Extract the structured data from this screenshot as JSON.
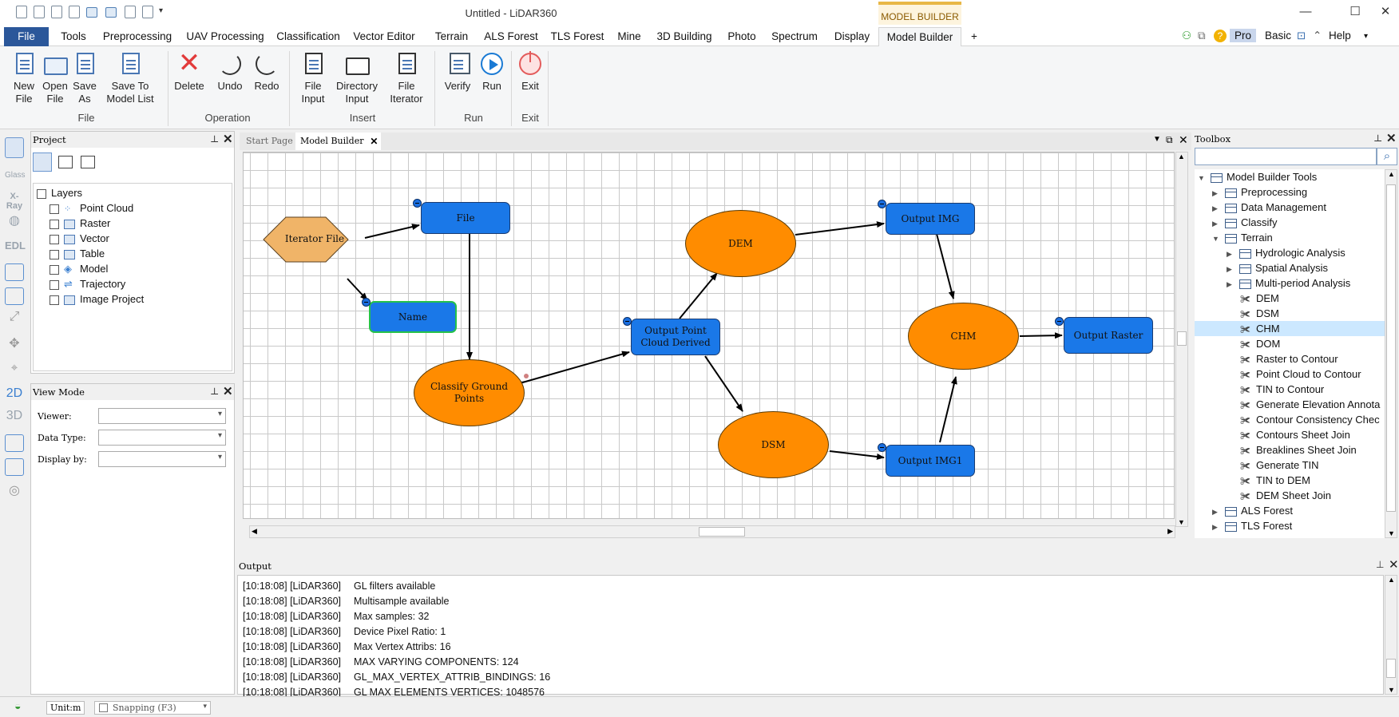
{
  "window": {
    "title": "Untitled - LiDAR360",
    "context_tab_label": "MODEL BUILDER"
  },
  "menu_tabs": [
    "File",
    "Tools",
    "Preprocessing",
    "UAV Processing",
    "Classification",
    "Vector Editor",
    "Terrain",
    "ALS Forest",
    "TLS Forest",
    "Mine",
    "3D Building",
    "Photo",
    "Spectrum",
    "Display",
    "Model Builder",
    "+"
  ],
  "right_tools": {
    "pro": "Pro",
    "basic": "Basic",
    "help": "Help"
  },
  "ribbon": {
    "buttons": {
      "new_file": "New\nFile",
      "open_file": "Open\nFile",
      "save_as": "Save\nAs",
      "save_to_list": "Save To\nModel List",
      "delete": "Delete",
      "undo": "Undo",
      "redo": "Redo",
      "file_input": "File\nInput",
      "directory_input": "Directory\nInput",
      "file_iterator": "File\nIterator",
      "verify": "Verify",
      "run": "Run",
      "exit": "Exit"
    },
    "groups": [
      "File",
      "Operation",
      "Insert",
      "Run",
      "Exit"
    ]
  },
  "left_toolbar": [
    "Glass",
    "X-Ray",
    "EDL",
    "2D",
    "3D"
  ],
  "project_panel": {
    "title": "Project",
    "root": "Layers",
    "layers": [
      "Point Cloud",
      "Raster",
      "Vector",
      "Table",
      "Model",
      "Trajectory",
      "Image Project"
    ]
  },
  "view_mode": {
    "title": "View Mode",
    "fields": [
      "Viewer:",
      "Data Type:",
      "Display by:"
    ]
  },
  "doc_tabs": [
    "Start Page",
    "Model Builder"
  ],
  "model": {
    "iterator": "Iterator File",
    "file": "File",
    "name": "Name",
    "classify": "Classify Ground\nPoints",
    "output_point": "Output Point\nCloud Derived",
    "dem": "DEM",
    "dsm": "DSM",
    "output_img": "Output IMG",
    "output_img1": "Output IMG1",
    "chm": "CHM",
    "output_raster": "Output Raster"
  },
  "toolbox": {
    "title": "Toolbox",
    "items": [
      {
        "label": "Model Builder Tools",
        "level": 0,
        "type": "folder",
        "expanded": true
      },
      {
        "label": "Preprocessing",
        "level": 1,
        "type": "folder"
      },
      {
        "label": "Data Management",
        "level": 1,
        "type": "folder"
      },
      {
        "label": "Classify",
        "level": 1,
        "type": "folder"
      },
      {
        "label": "Terrain",
        "level": 1,
        "type": "folder",
        "expanded": true
      },
      {
        "label": "Hydrologic Analysis",
        "level": 2,
        "type": "folder"
      },
      {
        "label": "Spatial Analysis",
        "level": 2,
        "type": "folder"
      },
      {
        "label": "Multi-period Analysis",
        "level": 2,
        "type": "folder"
      },
      {
        "label": "DEM",
        "level": 2,
        "type": "tool"
      },
      {
        "label": "DSM",
        "level": 2,
        "type": "tool"
      },
      {
        "label": "CHM",
        "level": 2,
        "type": "tool",
        "selected": true
      },
      {
        "label": "DOM",
        "level": 2,
        "type": "tool"
      },
      {
        "label": "Raster to Contour",
        "level": 2,
        "type": "tool"
      },
      {
        "label": "Point Cloud to Contour",
        "level": 2,
        "type": "tool"
      },
      {
        "label": "TIN to Contour",
        "level": 2,
        "type": "tool"
      },
      {
        "label": "Generate Elevation Annota",
        "level": 2,
        "type": "tool"
      },
      {
        "label": "Contour Consistency Chec",
        "level": 2,
        "type": "tool"
      },
      {
        "label": "Contours Sheet Join",
        "level": 2,
        "type": "tool"
      },
      {
        "label": "Breaklines Sheet Join",
        "level": 2,
        "type": "tool"
      },
      {
        "label": "Generate TIN",
        "level": 2,
        "type": "tool"
      },
      {
        "label": "TIN to DEM",
        "level": 2,
        "type": "tool"
      },
      {
        "label": "DEM Sheet Join",
        "level": 2,
        "type": "tool"
      },
      {
        "label": "ALS Forest",
        "level": 1,
        "type": "folder"
      },
      {
        "label": "TLS Forest",
        "level": 1,
        "type": "folder"
      }
    ]
  },
  "output": {
    "title": "Output",
    "lines": [
      {
        "ts": "[10:18:08] [LiDAR360]",
        "msg": "GL filters available"
      },
      {
        "ts": "[10:18:08] [LiDAR360]",
        "msg": "Multisample available"
      },
      {
        "ts": "[10:18:08] [LiDAR360]",
        "msg": "Max samples: 32"
      },
      {
        "ts": "[10:18:08] [LiDAR360]",
        "msg": "Device Pixel Ratio: 1"
      },
      {
        "ts": "[10:18:08] [LiDAR360]",
        "msg": "Max Vertex Attribs: 16"
      },
      {
        "ts": "[10:18:08] [LiDAR360]",
        "msg": "MAX VARYING COMPONENTS: 124"
      },
      {
        "ts": "[10:18:08] [LiDAR360]",
        "msg": "GL_MAX_VERTEX_ATTRIB_BINDINGS: 16"
      },
      {
        "ts": "[10:18:08] [LiDAR360]",
        "msg": "GL MAX ELEMENTS VERTICES: 1048576"
      }
    ]
  },
  "status": {
    "unit": "Unit:m",
    "snapping": "Snapping (F3)"
  },
  "colors": {
    "process_node": "#ff8c00",
    "data_node": "#1a78e8",
    "iterator_node": "#f0b468",
    "accent": "#2b579a"
  }
}
